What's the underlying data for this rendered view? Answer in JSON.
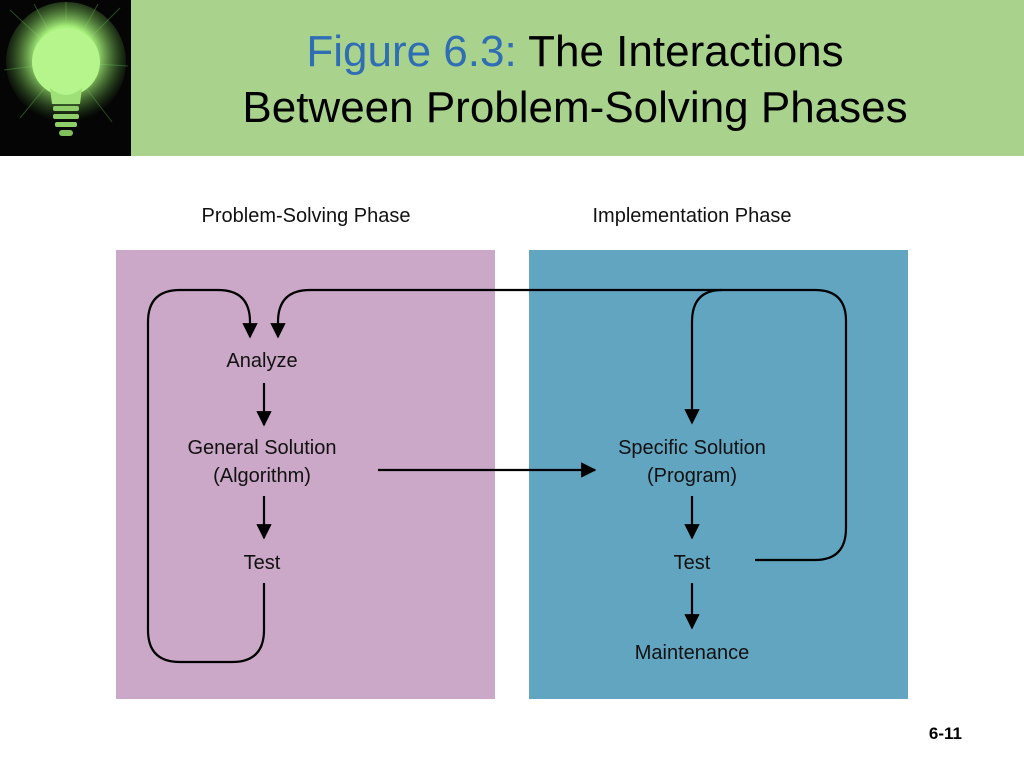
{
  "slide": {
    "title_prefix": "Figure 6.3:",
    "title_line1_rest": " The Interactions",
    "title_line2": "Between Problem-Solving Phases",
    "page_number": "6-11"
  },
  "logo": {
    "icon": "lightbulb-icon"
  },
  "colors": {
    "title_band": "#a9d38d",
    "title_accent": "#2f6db5",
    "problem_phase": "#cba8c8",
    "implementation_phase": "#62a5c0"
  },
  "diagram": {
    "problem_phase": {
      "label": "Problem-Solving Phase",
      "nodes": {
        "analyze": [
          "Analyze"
        ],
        "general_solution": [
          "General Solution",
          "(Algorithm)"
        ],
        "test": [
          "Test"
        ]
      }
    },
    "implementation_phase": {
      "label": "Implementation Phase",
      "nodes": {
        "specific_solution": [
          "Specific Solution",
          "(Program)"
        ],
        "test": [
          "Test"
        ],
        "maintenance": [
          "Maintenance"
        ]
      }
    }
  }
}
